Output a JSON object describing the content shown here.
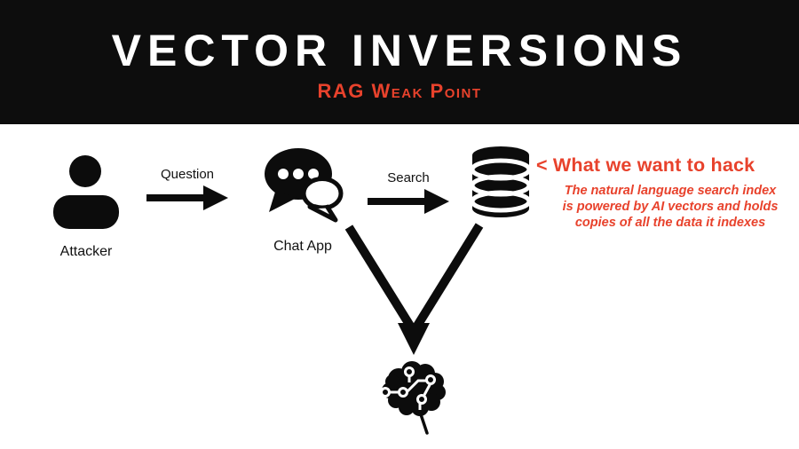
{
  "header": {
    "title": "VECTOR INVERSIONS",
    "subtitle": "RAG Weak Point"
  },
  "diagram": {
    "attacker_label": "Attacker",
    "question_label": "Question",
    "chat_label": "Chat App",
    "search_label": "Search",
    "hack_heading": "< What we want to hack",
    "hack_description_lines": [
      "The natural language search index",
      "is powered by AI vectors and holds",
      "copies of all the data it indexes"
    ]
  },
  "icons": {
    "attacker": "person-icon",
    "chat": "chat-bubbles-icon",
    "database": "database-icon",
    "ai": "brain-circuit-icon",
    "flow": "right-arrow-icon",
    "converge": "converge-down-arrow-icon"
  },
  "colors": {
    "accent_red": "#e8422c",
    "header_background": "#0d0d0d",
    "icon_black": "#0c0c0c",
    "background": "#ffffff"
  }
}
